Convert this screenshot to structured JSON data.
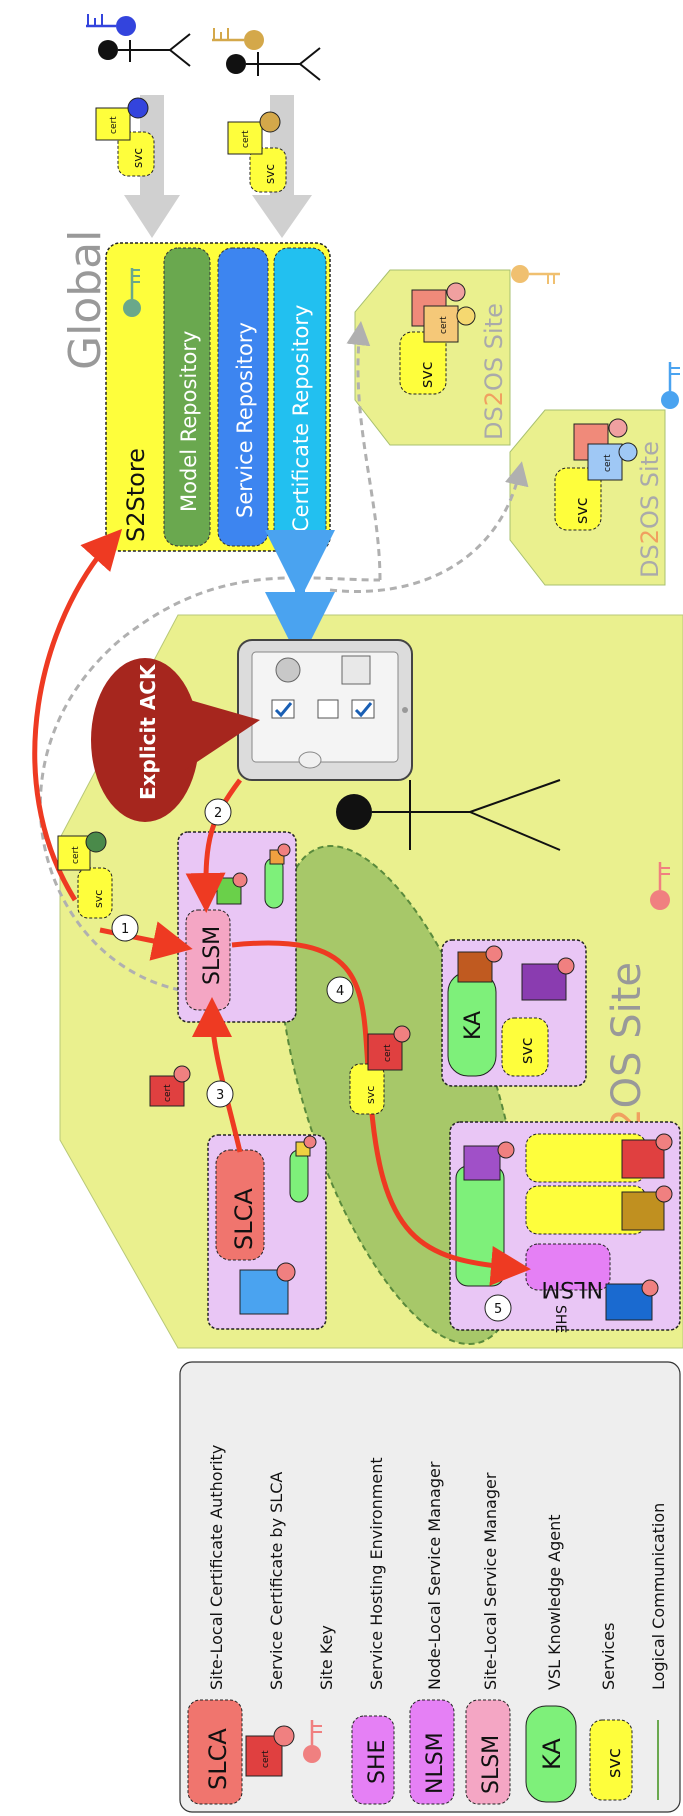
{
  "global": {
    "title": "Global",
    "store": "S2Store",
    "repos": [
      "Model Repository",
      "Service Repository",
      "Certificate Repository"
    ]
  },
  "site": {
    "title_pre": "DS",
    "title_two": "2",
    "title_post": "OS Site"
  },
  "small_site_pre": "DS",
  "small_site_two": "2",
  "small_site_post": "OS Site",
  "ack": "Explicit ACK",
  "nodes": {
    "slsm": "SLSM",
    "slca": "SLCA",
    "nlsm": "NLSM",
    "ka": "KA",
    "svc": "svc",
    "she": "SHE",
    "cert": "cert"
  },
  "steps": [
    "1",
    "2",
    "3",
    "4",
    "5"
  ],
  "legend": [
    {
      "abbr": "SLCA",
      "text": "Site-Local Certificate Authority"
    },
    {
      "abbr": "cert",
      "text": "Service Certificate by SLCA"
    },
    {
      "abbr": "",
      "text": "Site Key"
    },
    {
      "abbr": "SHE",
      "text": "Service Hosting Environment"
    },
    {
      "abbr": "NLSM",
      "text": "Node-Local Service Manager"
    },
    {
      "abbr": "SLSM",
      "text": "Site-Local Service Manager"
    },
    {
      "abbr": "KA",
      "text": "VSL Knowledge Agent"
    },
    {
      "abbr": "svc",
      "text": "Services"
    },
    {
      "abbr": "",
      "text": "Logical Communication"
    }
  ],
  "colors": {
    "site_green": "#eaf08e",
    "store_yellow": "#fefe3c",
    "model_green": "#6aa84f",
    "service_blue": "#3d85f0",
    "cert_cyan": "#22c0f0",
    "pink": "#e9c6f5",
    "slca": "#f0756e",
    "slsm": "#f4a6c4",
    "ka": "#7ef07a",
    "arrow_red": "#ee3a22"
  }
}
